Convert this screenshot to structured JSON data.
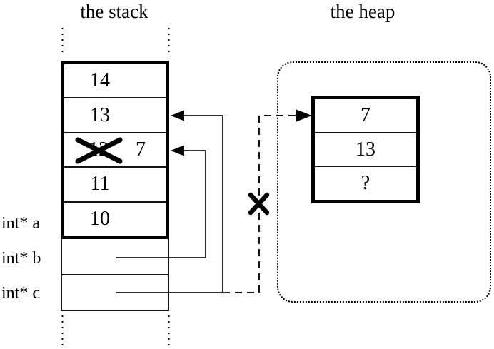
{
  "colors": {
    "ink": "#000000",
    "background": "#ffffff"
  },
  "titles": {
    "stack": "the stack",
    "heap": "the heap"
  },
  "stack": {
    "cells": [
      {
        "value": "14"
      },
      {
        "value": "13"
      },
      {
        "value": "12",
        "crossed_out": true,
        "new_value": "7"
      },
      {
        "value": "11"
      },
      {
        "value": "10"
      }
    ],
    "pointer_labels": [
      {
        "label": "int* a"
      },
      {
        "label": "int* b"
      },
      {
        "label": "int* c"
      }
    ]
  },
  "heap": {
    "cells": [
      {
        "value": "7"
      },
      {
        "value": "13"
      },
      {
        "value": "?"
      }
    ]
  },
  "icons": {
    "arrowhead_left": "◀",
    "arrowhead_right": "▶",
    "cross_out": "✕",
    "deleted_cross": "✕"
  }
}
